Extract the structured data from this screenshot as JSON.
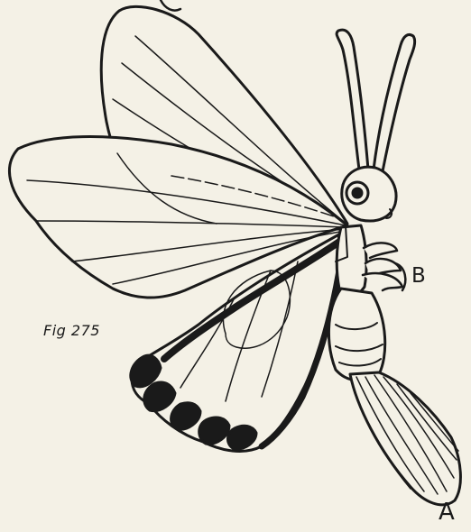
{
  "figure": {
    "caption": "Fig 275",
    "labels": {
      "b": "B",
      "a": "A"
    }
  },
  "colors": {
    "ink": "#1a1a1a",
    "paper": "#f4f1e6"
  },
  "parts": [
    "hind-wing",
    "fore-wing",
    "thorax",
    "head",
    "eye",
    "antennae",
    "legs",
    "abdomen",
    "tuft"
  ]
}
